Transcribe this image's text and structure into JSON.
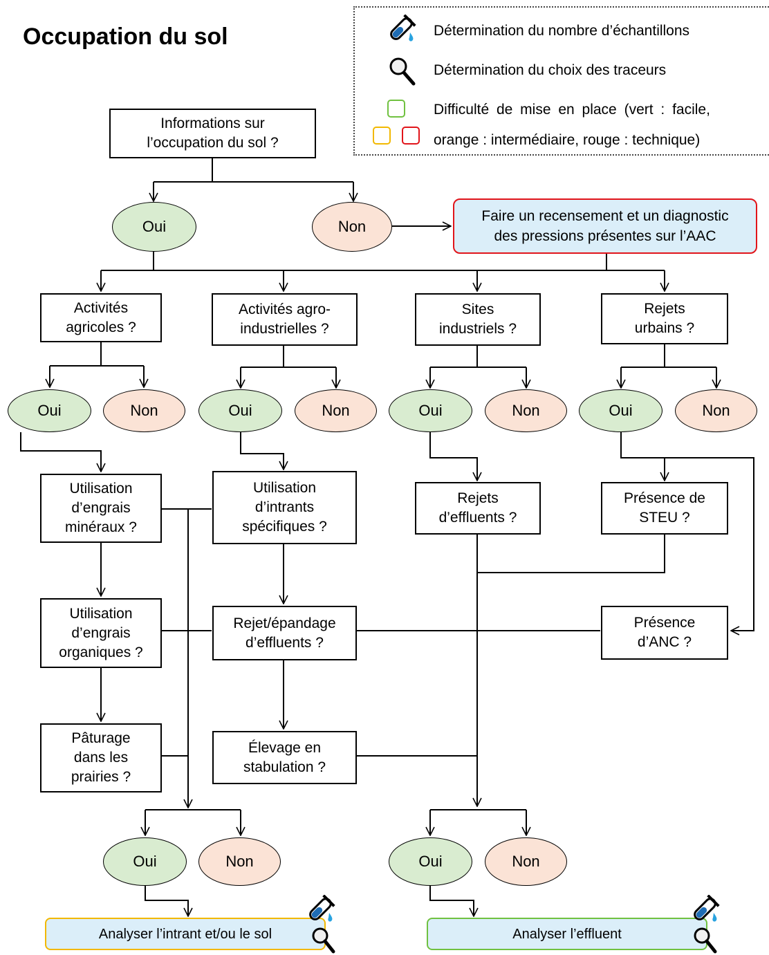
{
  "title": "Occupation du sol",
  "legend": {
    "samples_label": "Détermination du nombre d’échantillons",
    "tracers_label": "Détermination du choix des traceurs",
    "difficulty_label_line1": "Difficulté de mise en place (vert : facile,",
    "difficulty_label_line2": "orange : intermédiaire, rouge : technique)",
    "difficulty_colors": {
      "vert": "#70c140",
      "orange": "#f2b800",
      "rouge": "#e1141a"
    }
  },
  "icons": [
    "test-tube-icon",
    "magnifier-icon"
  ],
  "colors": {
    "oui": "#d9ecd0",
    "non": "#fbe3d6",
    "action_fill": "#dbeef9"
  },
  "nodes": {
    "root": "Informations sur\nl’occupation du sol ?",
    "root_oui": "Oui",
    "root_non": "Non",
    "census": "Faire un recensement et un diagnostic\ndes pressions présentes sur l’AAC",
    "agri": "Activités\nagricoles ?",
    "agro": "Activités agro-\nindustrielles ?",
    "sites": "Sites\nindustriels ?",
    "urban": "Rejets\nurbains ?",
    "agri_oui": "Oui",
    "agri_non": "Non",
    "agro_oui": "Oui",
    "agro_non": "Non",
    "sites_oui": "Oui",
    "sites_non": "Non",
    "urban_oui": "Oui",
    "urban_non": "Non",
    "mineral": "Utilisation\nd’engrais\nminéraux ?",
    "intrants": "Utilisation\nd’intrants\nspécifiques ?",
    "rejets_eff": "Rejets\nd’effluents ?",
    "steu": "Présence de\nSTEU ?",
    "organique": "Utilisation\nd’engrais\norganiques ?",
    "epandage": "Rejet/épandage\nd’effluents ?",
    "anc": "Présence\nd’ANC ?",
    "paturage": "Pâturage\ndans les\nprairies ?",
    "elevage": "Élevage en\nstabulation ?",
    "left_oui": "Oui",
    "left_non": "Non",
    "right_oui": "Oui",
    "right_non": "Non",
    "analyse_intrant": "Analyser l’intrant et/ou le sol",
    "analyse_effluent": "Analyser l’effluent"
  }
}
